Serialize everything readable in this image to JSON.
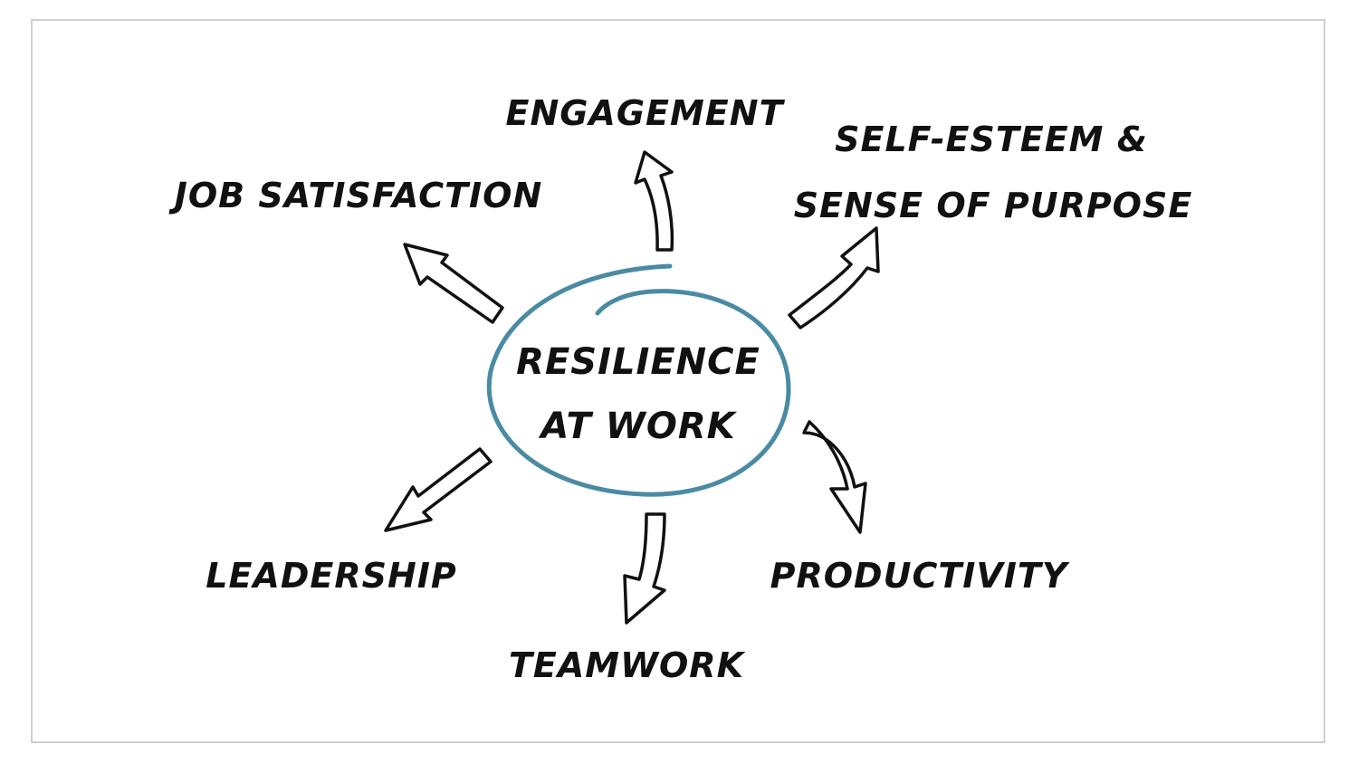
{
  "colors": {
    "ring": "#4a8ba3",
    "ink": "#111111",
    "frame_border": "#cfcfcf",
    "background": "#ffffff"
  },
  "diagram": {
    "center": {
      "line1": "RESILIENCE",
      "line2": "AT WORK"
    },
    "outcomes": {
      "engagement": "ENGAGEMENT",
      "self_esteem_line1": "SELF-ESTEEM &",
      "self_esteem_line2": "SENSE OF PURPOSE",
      "job_satisfaction": "JOB SATISFACTION",
      "productivity": "PRODUCTIVITY",
      "leadership": "LEADERSHIP",
      "teamwork": "TEAMWORK"
    }
  }
}
